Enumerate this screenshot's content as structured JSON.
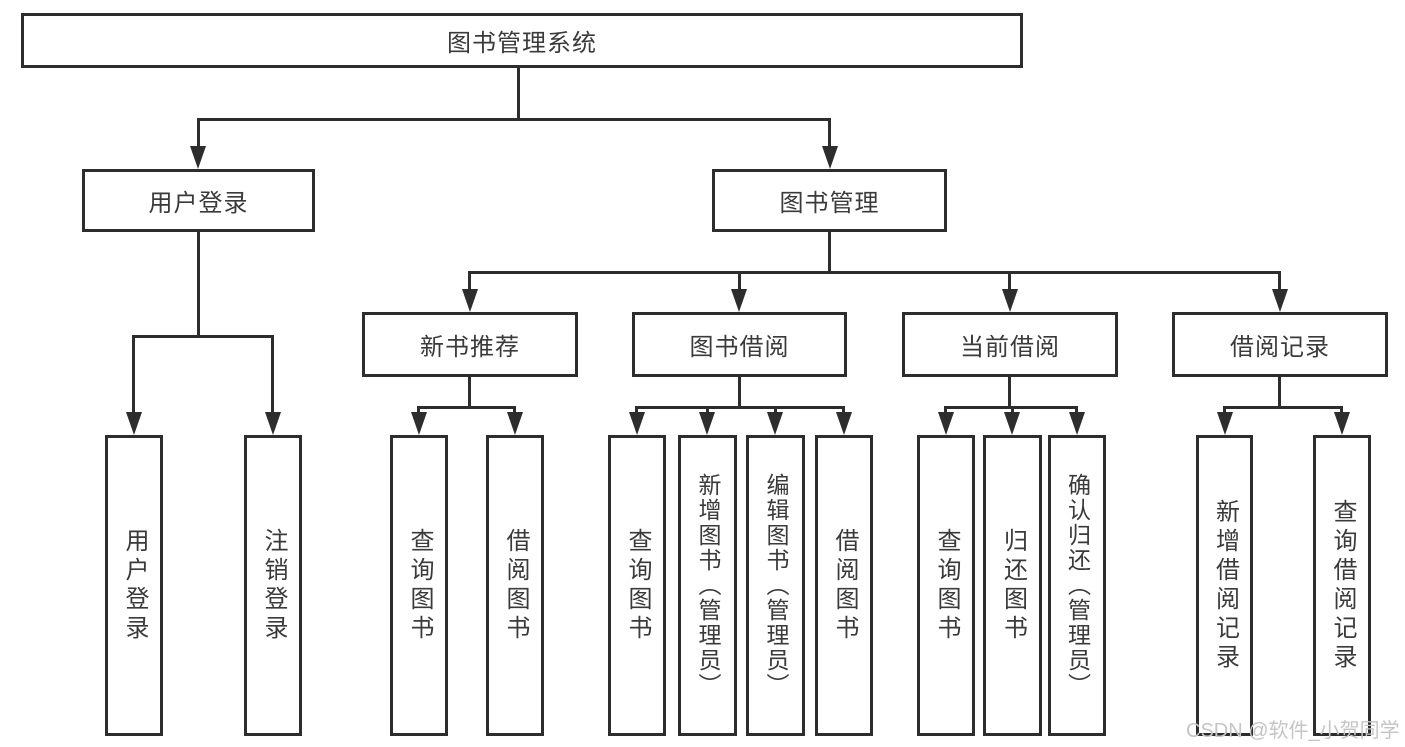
{
  "diagram": {
    "root": {
      "label": "图书管理系统"
    },
    "branches": [
      {
        "label": "用户登录",
        "children": [
          {
            "label": "用户登录"
          },
          {
            "label": "注销登录"
          }
        ]
      },
      {
        "label": "图书管理",
        "children": [
          {
            "label": "新书推荐",
            "children": [
              {
                "label": "查询图书"
              },
              {
                "label": "借阅图书"
              }
            ]
          },
          {
            "label": "图书借阅",
            "children": [
              {
                "label": "查询图书"
              },
              {
                "label": "新增图书（管理员）"
              },
              {
                "label": "编辑图书（管理员）"
              },
              {
                "label": "借阅图书"
              }
            ]
          },
          {
            "label": "当前借阅",
            "children": [
              {
                "label": "查询图书"
              },
              {
                "label": "归还图书"
              },
              {
                "label": "确认归还（管理员）"
              }
            ]
          },
          {
            "label": "借阅记录",
            "children": [
              {
                "label": "新增借阅记录"
              },
              {
                "label": "查询借阅记录"
              }
            ]
          }
        ]
      }
    ],
    "watermark": "CSDN @软件_小贺同学",
    "colors": {
      "line": "#2d2d2d",
      "text": "#3a3a3a",
      "watermark": "#c7c4c4",
      "background": "#ffffff"
    }
  }
}
